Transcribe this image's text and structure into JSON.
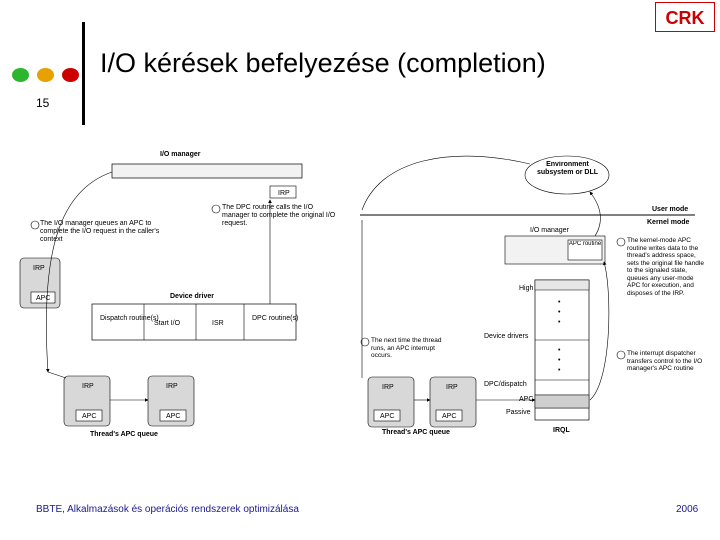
{
  "header": {
    "badge": "CRK",
    "title": "I/O kérések befelyezése (completion)",
    "slide_number": "15",
    "dot_colors": [
      "#2db52d",
      "#e8a100",
      "#cc0000"
    ]
  },
  "footer": {
    "left": "BBTE, Alkalmazások és operációs rendszerek optimizálása",
    "right": "2006"
  },
  "left_diagram": {
    "io_manager": "I/O manager",
    "irp": "IRP",
    "step1": "The DPC routine calls the I/O manager to complete the original I/O request.",
    "step2": "The I/O manager queues an APC to complete the I/O request in the caller's context",
    "irp_small": "IRP",
    "apc": "APC",
    "device_driver": "Device driver",
    "dispatch": "Dispatch routine(s)",
    "start_io": "Start I/O",
    "isr": "ISR",
    "dpc": "DPC routine(s)",
    "thread_apc_queue": "Thread's APC queue"
  },
  "right_diagram": {
    "env_subsystem": "Environment subsystem or DLL",
    "user_mode": "User mode",
    "kernel_mode": "Kernel mode",
    "io_manager": "I/O manager",
    "apc_routine": "APC routine",
    "step4": "The kernel-mode APC routine writes data to the thread's address space, sets the original file handle to the signaled state, queues any user-mode APC for execution, and disposes of the IRP.",
    "step3": "The next time the thread runs, an APC interrupt occurs.",
    "step5": "The interrupt dispatcher transfers control to the I/O manager's APC routine",
    "high": "High",
    "device_drivers": "Device drivers",
    "dpc_dispatch": "DPC/dispatch",
    "apc_level": "APC",
    "passive": "Passive",
    "irql": "IRQL",
    "irp": "IRP",
    "apc": "APC",
    "thread_apc_queue": "Thread's APC queue",
    "dots": "•"
  }
}
